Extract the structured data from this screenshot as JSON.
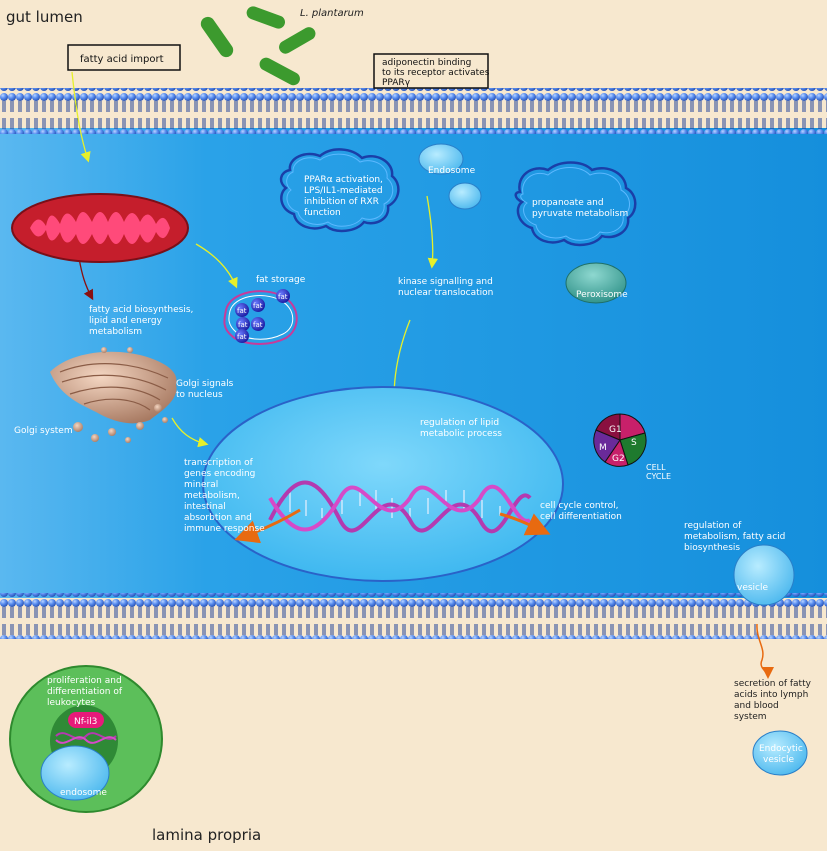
{
  "regions": {
    "gut_lumen": "gut lumen",
    "lamina_propria": "lamina propria"
  },
  "bacteria": {
    "name": "L. plantarum"
  },
  "boxes": {
    "fatty_acid_import": "fatty acid import",
    "adiponectin_line1": "adiponectin binding",
    "adiponectin_line2": "to its receptor activates",
    "adiponectin_line3": "PPARγ"
  },
  "organelles": {
    "endosome": "Endosome",
    "peroxisome": "Peroxisome",
    "vesicle": "vesicle",
    "endocytic_line1": "Endocytic",
    "endocytic_line2": "vesicle",
    "golgi": "Golgi system",
    "nf_il3": "Nf-il3",
    "immune_endosome": "endosome"
  },
  "fat": {
    "title": "fat storage",
    "droplet_label": "fat"
  },
  "cell_cycle": {
    "g1": "G1",
    "s": "S",
    "m": "M",
    "g2": "G2",
    "title_line1": "CELL",
    "title_line2": "CYCLE"
  },
  "labels": {
    "ppar_line1": "PPARα activation,",
    "ppar_line2": "LPS/IL1-mediated",
    "ppar_line3": "inhibition of RXR",
    "ppar_line4": "function",
    "propanoate_line1": "propanoate and",
    "propanoate_line2": "pyruvate metabolism",
    "kinase_line1": "kinase signalling and",
    "kinase_line2": "nuclear translocation",
    "fa_bio_line1": "fatty acid biosynthesis,",
    "fa_bio_line2": "lipid and  energy",
    "fa_bio_line3": "metabolism",
    "golgi_sig_line1": "Golgi signals",
    "golgi_sig_line2": "to nucleus",
    "lipid_reg_line1": "regulation of lipid",
    "lipid_reg_line2": "metabolic process",
    "transcription_line1": "transcription of",
    "transcription_line2": "genes encoding",
    "transcription_line3": "mineral",
    "transcription_line4": "metabolism,",
    "transcription_line5": "intestinal",
    "transcription_line6": "absorbtion and",
    "transcription_line7": "immune response",
    "cellcycle_ctrl_line1": "cell cycle control,",
    "cellcycle_ctrl_line2": "cell differentiation",
    "reg_metab_line1": "regulation of",
    "reg_metab_line2": "metabolism, fatty acid",
    "reg_metab_line3": "biosynthesis",
    "secretion_line1": "secretion of fatty",
    "secretion_line2": "acids into lymph",
    "secretion_line3": "and blood",
    "secretion_line4": "system",
    "prolif_line1": "proliferation and",
    "prolif_line2": "differentiation of",
    "prolif_line3": "leukocytes"
  },
  "colors": {
    "background": "#f7e8cf",
    "cytoplasm": "#1c9ee6",
    "membrane_head": "#4f86e8",
    "mitochondrion": "#c51e2c",
    "mito_cristae": "#ff4a7a",
    "nucleus": "#5cc8f4",
    "bacteria": "#3c9a2e",
    "immune_cell": "#5cbf5a",
    "arrow": "#e6f02a"
  }
}
